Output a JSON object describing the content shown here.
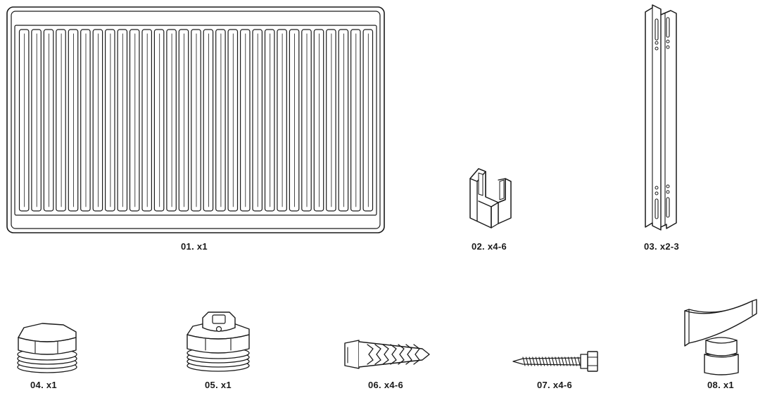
{
  "parts": [
    {
      "id": "01",
      "label": "01. x1",
      "name": "radiator panel"
    },
    {
      "id": "02",
      "label": "02. x4-6",
      "name": "bracket spacer clip"
    },
    {
      "id": "03",
      "label": "03. x2-3",
      "name": "wall mounting bracket"
    },
    {
      "id": "04",
      "label": "04. x1",
      "name": "blanking plug"
    },
    {
      "id": "05",
      "label": "05. x1",
      "name": "air bleed valve plug"
    },
    {
      "id": "06",
      "label": "06. x4-6",
      "name": "wall plug"
    },
    {
      "id": "07",
      "label": "07. x4-6",
      "name": "screw"
    },
    {
      "id": "08",
      "label": "08. x1",
      "name": "bleed key"
    }
  ],
  "colors": {
    "line": "#1a1a1a",
    "background": "#ffffff",
    "fill_dark": "#3a3a3a",
    "fill_mid": "#e8e8e8"
  }
}
